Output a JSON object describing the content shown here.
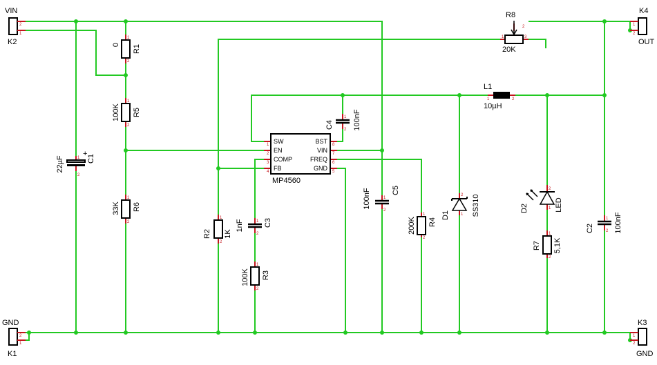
{
  "connectors": {
    "k2": {
      "ref": "K2",
      "net": "VIN"
    },
    "k1": {
      "ref": "K1",
      "net": "GND"
    },
    "k4": {
      "ref": "K4",
      "net": "OUT"
    },
    "k3": {
      "ref": "K3",
      "net": "GND"
    }
  },
  "pin_numbers": {
    "p1": "1",
    "p2": "2",
    "p3": "3",
    "p4": "4",
    "p5": "5",
    "p6": "6",
    "p7": "7",
    "p8": "8"
  },
  "components": {
    "r1": {
      "ref": "R1",
      "value": "0"
    },
    "r5": {
      "ref": "R5",
      "value": "100K"
    },
    "r6": {
      "ref": "R6",
      "value": "33K"
    },
    "c1": {
      "ref": "C1",
      "value": "22µF",
      "polarity": "+"
    },
    "r2": {
      "ref": "R2",
      "value": "1K"
    },
    "c3": {
      "ref": "C3",
      "value": "1nF"
    },
    "r3": {
      "ref": "R3",
      "value": "100K"
    },
    "c4": {
      "ref": "C4",
      "value": "100nF"
    },
    "c5": {
      "ref": "C5",
      "value": "100nF"
    },
    "r4": {
      "ref": "R4",
      "value": "200K"
    },
    "d1": {
      "ref": "D1",
      "value": "SS310"
    },
    "l1": {
      "ref": "L1",
      "value": "10µH"
    },
    "r8": {
      "ref": "R8",
      "value": "20K"
    },
    "d2": {
      "ref": "D2",
      "value": "LED"
    },
    "r7": {
      "ref": "R7",
      "value": "5,1K"
    },
    "c2": {
      "ref": "C2",
      "value": "100nF"
    }
  },
  "ic": {
    "part": "MP4560",
    "pins_left": [
      "SW",
      "EN",
      "COMP",
      "FB"
    ],
    "pins_right": [
      "BST",
      "VIN",
      "FREQ",
      "GND"
    ]
  },
  "colors": {
    "wire": "#22c922",
    "pin": "#c4161c",
    "body": "#000000"
  }
}
